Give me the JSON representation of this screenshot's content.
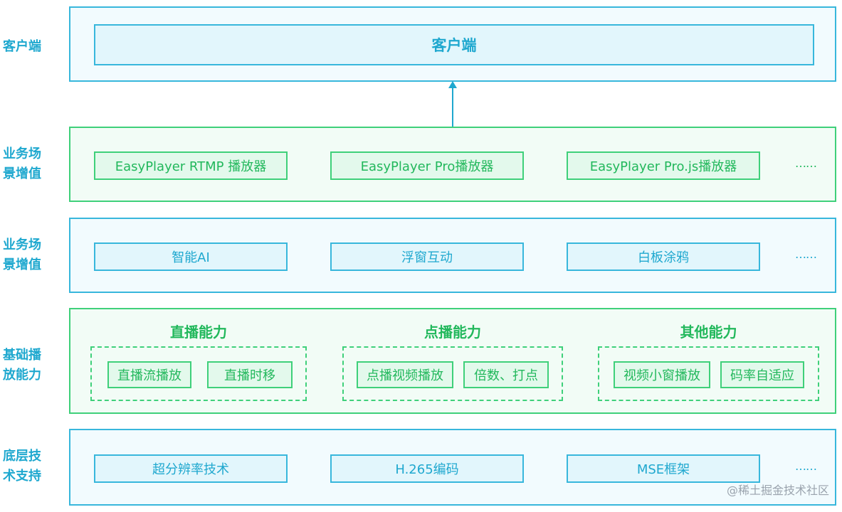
{
  "client": {
    "side_label": "客户端",
    "box": "客户端"
  },
  "business1": {
    "side_label": "业务场\n景增值",
    "items": [
      "EasyPlayer RTMP 播放器",
      "EasyPlayer Pro播放器",
      "EasyPlayer Pro.js播放器"
    ],
    "more": "……"
  },
  "business2": {
    "side_label": "业务场\n景增值",
    "items": [
      "智能AI",
      "浮窗互动",
      "白板涂鸦"
    ],
    "more": "……"
  },
  "basic": {
    "side_label": "基础播\n放能力",
    "groups": [
      {
        "title": "直播能力",
        "items": [
          "直播流播放",
          "直播时移"
        ]
      },
      {
        "title": "点播能力",
        "items": [
          "点播视频播放",
          "倍数、打点"
        ]
      },
      {
        "title": "其他能力",
        "items": [
          "视频小窗播放",
          "码率自适应"
        ]
      }
    ]
  },
  "tech": {
    "side_label": "底层技\n术支持",
    "items": [
      "超分辨率技术",
      "H.265编码",
      "MSE框架"
    ],
    "more": "……"
  },
  "watermark": "@稀土掘金技术社区",
  "colors": {
    "blue": "#38b7dc",
    "blue_text": "#1fa8cf",
    "green": "#3fd07a",
    "green_text": "#22b85c"
  }
}
